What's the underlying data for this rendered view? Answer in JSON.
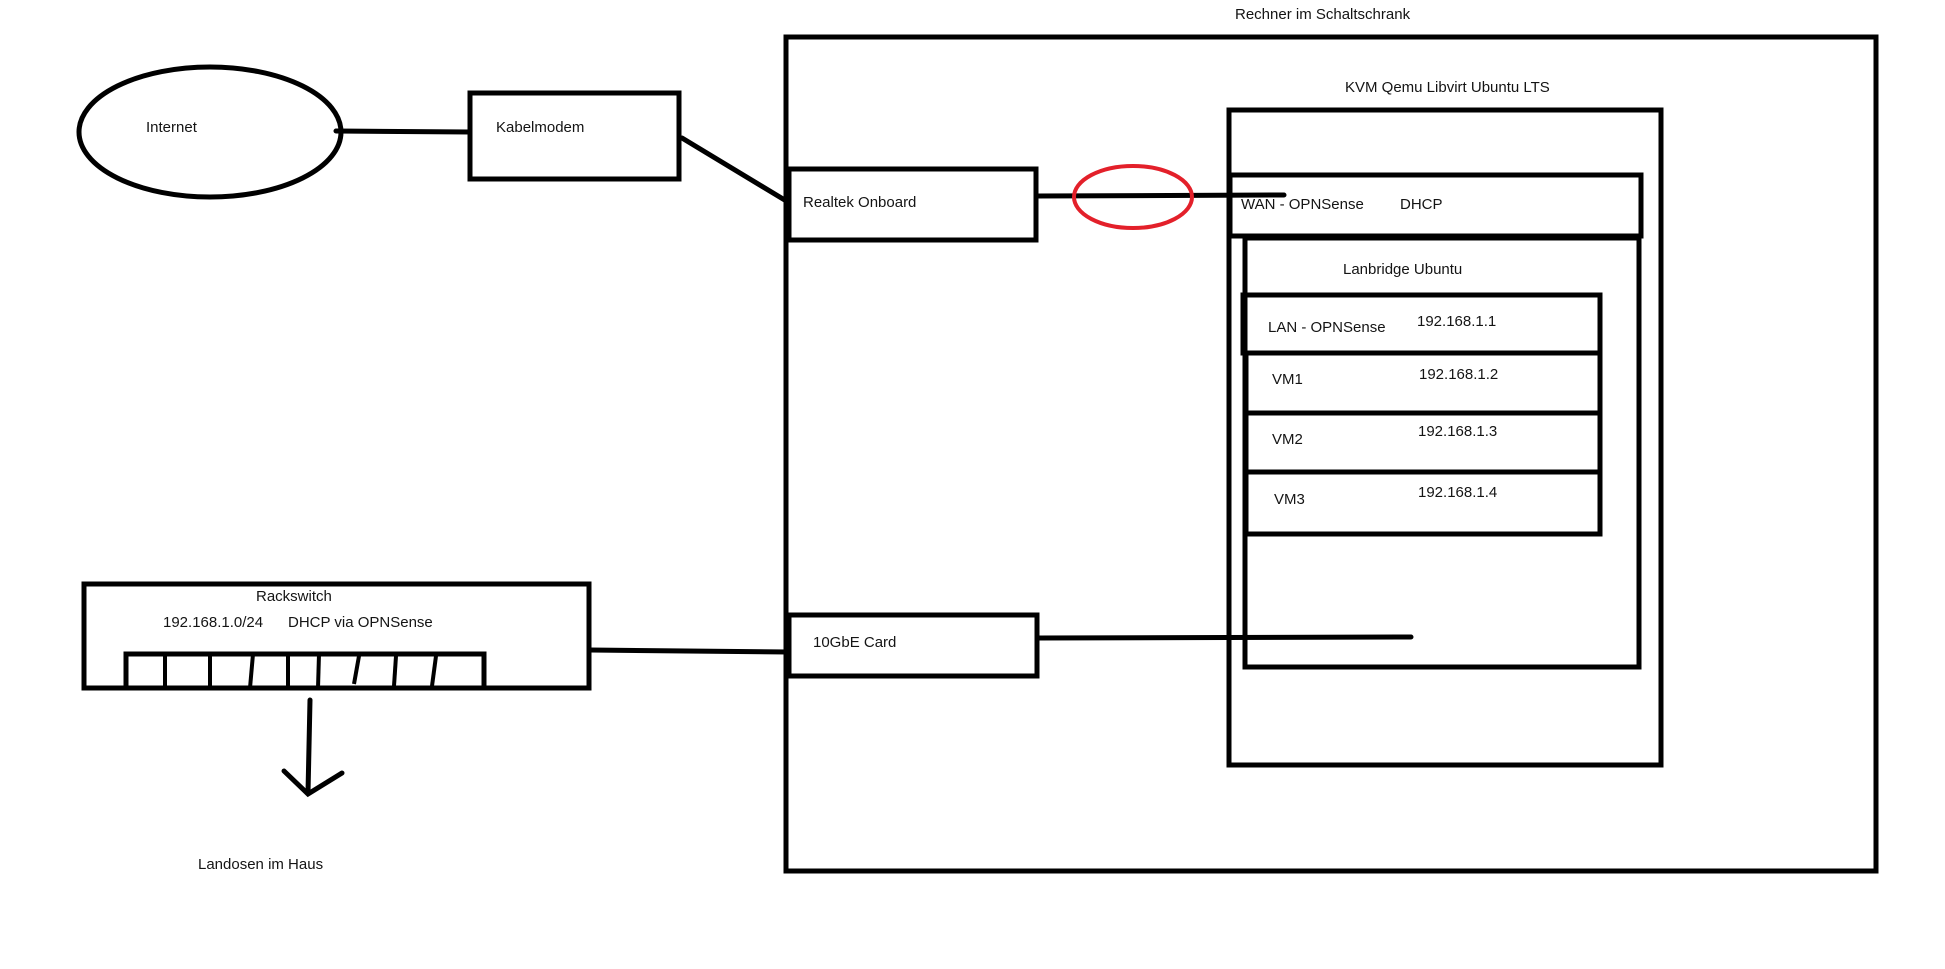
{
  "diagram": {
    "title": "Rechner im Schaltschrank",
    "internet": {
      "label": "Internet"
    },
    "modem": {
      "label": "Kabelmodem"
    },
    "nics": [
      {
        "label": "Realtek Onboard"
      },
      {
        "label": "10GbE Card"
      }
    ],
    "hypervisor": {
      "label": "KVM Qemu Libvirt Ubuntu LTS",
      "wan": {
        "label": "WAN - OPNSense",
        "mode": "DHCP"
      },
      "lanbridge": {
        "label": "Lanbridge Ubuntu",
        "hosts": [
          {
            "name": "LAN - OPNSense",
            "ip": "192.168.1.1"
          },
          {
            "name": "VM1",
            "ip": "192.168.1.2"
          },
          {
            "name": "VM2",
            "ip": "192.168.1.3"
          },
          {
            "name": "VM3",
            "ip": "192.168.1.4"
          }
        ]
      }
    },
    "switch": {
      "label": "Rackswitch",
      "subnet": "192.168.1.0/24",
      "dhcp_note": "DHCP via OPNSense",
      "port_count": 9
    },
    "downstream": {
      "label": "Landosen im Haus"
    },
    "highlight_color": "#e3202a",
    "stroke_color": "#000000"
  }
}
